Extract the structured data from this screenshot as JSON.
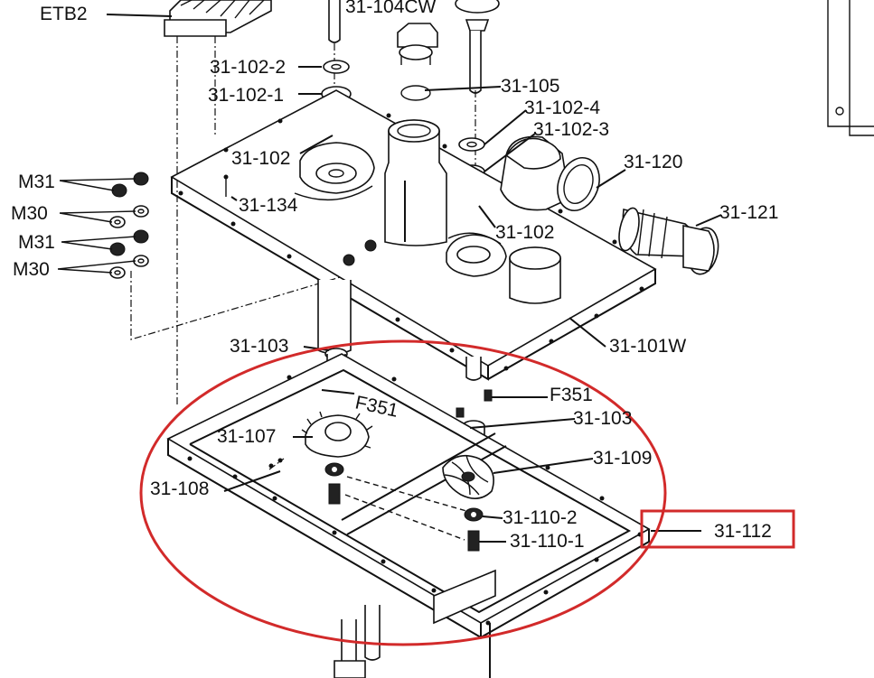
{
  "labels": {
    "etb2": "ETB2",
    "p104cw": "31-104CW",
    "p102_2": "31-102-2",
    "p102_1": "31-102-1",
    "p105": "31-105",
    "p102_4": "31-102-4",
    "p102_3": "31-102-3",
    "p102_a": "31-102",
    "p102_b": "31-102",
    "p120": "31-120",
    "p121": "31-121",
    "p134": "31-134",
    "m31_a": "M31",
    "m30_a": "M30",
    "m31_b": "M31",
    "m30_b": "M30",
    "p103_a": "31-103",
    "p101w": "31-101W",
    "f351_a": "F351",
    "f351_b": "F351",
    "p103_b": "31-103",
    "p107": "31-107",
    "p109": "31-109",
    "p108": "31-108",
    "p110_2": "31-110-2",
    "p110_1": "31-110-1",
    "p112": "31-112"
  },
  "colors": {
    "highlight_ellipse": "#d22a2a",
    "highlight_box": "#d22a2a",
    "line": "#111111"
  },
  "highlighted_part": "31-112"
}
